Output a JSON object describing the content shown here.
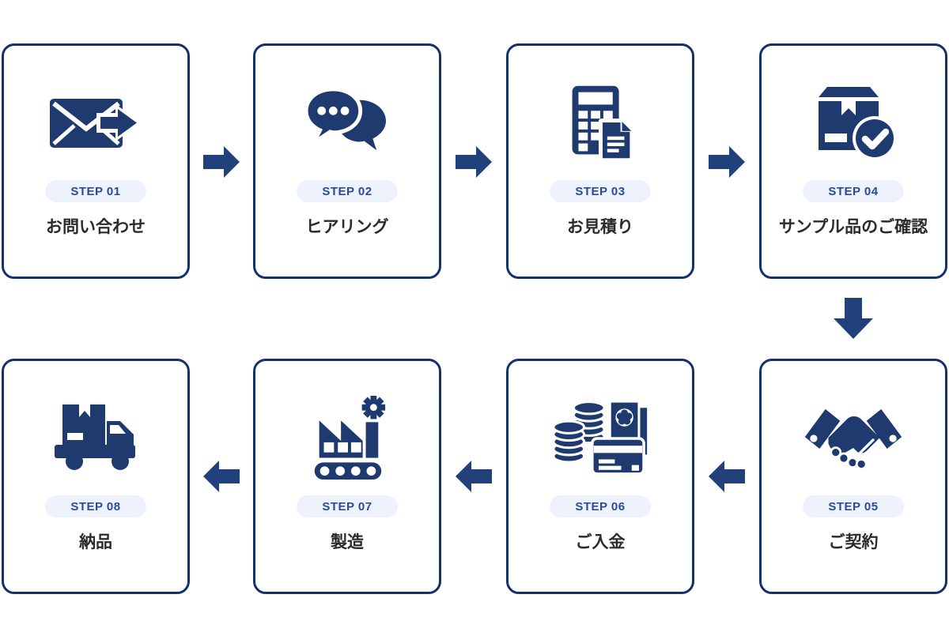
{
  "flow": {
    "steps": [
      {
        "badge": "STEP 01",
        "title": "お問い合わせ",
        "icon": "mail-send-icon"
      },
      {
        "badge": "STEP 02",
        "title": "ヒアリング",
        "icon": "chat-bubbles-icon"
      },
      {
        "badge": "STEP 03",
        "title": "お見積り",
        "icon": "calculator-quote-icon"
      },
      {
        "badge": "STEP 04",
        "title": "サンプル品のご確認",
        "icon": "package-check-icon"
      },
      {
        "badge": "STEP 05",
        "title": "ご契約",
        "icon": "handshake-icon"
      },
      {
        "badge": "STEP 06",
        "title": "ご入金",
        "icon": "payment-icon"
      },
      {
        "badge": "STEP 07",
        "title": "製造",
        "icon": "factory-icon"
      },
      {
        "badge": "STEP 08",
        "title": "納品",
        "icon": "delivery-truck-icon"
      }
    ],
    "arrows": [
      {
        "between": "step1-step2",
        "direction": "right"
      },
      {
        "between": "step2-step3",
        "direction": "right"
      },
      {
        "between": "step3-step4",
        "direction": "right"
      },
      {
        "between": "step4-step5",
        "direction": "down"
      },
      {
        "between": "step5-step6",
        "direction": "left"
      },
      {
        "between": "step6-step7",
        "direction": "left"
      },
      {
        "between": "step7-step8",
        "direction": "left"
      }
    ],
    "colors": {
      "card_border": "#143169",
      "icon_navy": "#1e3a6e",
      "arrow_navy": "#21417d",
      "badge_background": "#edf2fc",
      "badge_text": "#2b4a9c",
      "title_text": "#2b2b2b",
      "card_background": "#ffffff"
    }
  }
}
